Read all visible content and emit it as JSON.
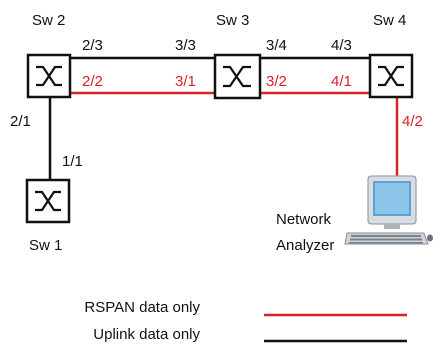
{
  "switches": {
    "sw1": "Sw 1",
    "sw2": "Sw 2",
    "sw3": "Sw 3",
    "sw4": "Sw 4"
  },
  "ports": {
    "sw2_top_right": "2/3",
    "sw2_red_right": "2/2",
    "sw2_bottom": "2/1",
    "sw1_top": "1/1",
    "sw3_top_left": "3/3",
    "sw3_red_left": "3/1",
    "sw3_top_right": "3/4",
    "sw3_red_right": "3/2",
    "sw4_top_left": "4/3",
    "sw4_red_left": "4/1",
    "sw4_bottom": "4/2"
  },
  "analyzer": {
    "line1": "Network",
    "line2": "Analyzer"
  },
  "legend": {
    "rspan_label": "RSPAN data only",
    "uplink_label": "Uplink data only",
    "rspan_color": "#d8232a",
    "uplink_color": "#111111"
  },
  "icons": {
    "switch": "switch-icon",
    "computer": "computer-icon"
  }
}
